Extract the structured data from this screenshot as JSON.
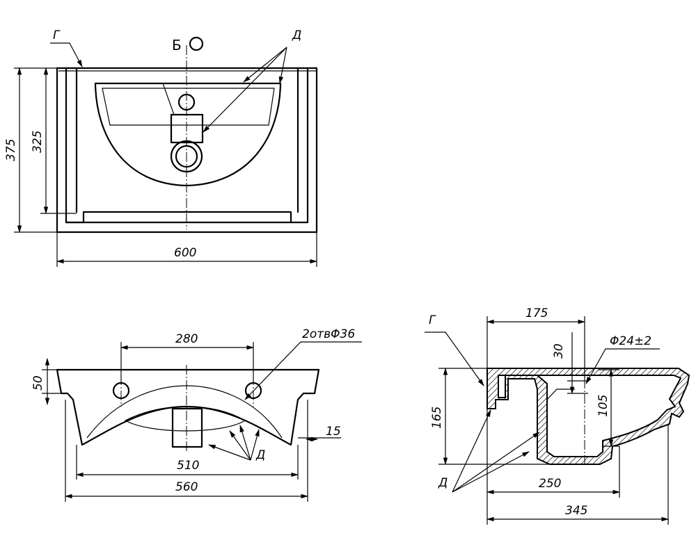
{
  "views": {
    "top": {
      "section_mark": "Б",
      "dim_width": "600",
      "dim_depth_outer": "375",
      "dim_depth_inner": "325",
      "label_g": "Г",
      "label_d": "Д"
    },
    "front": {
      "dim_holes_spacing": "280",
      "holes_note": "2отвΦ36",
      "dim_height": "50",
      "dim_wall": "15",
      "dim_inner_width": "510",
      "dim_outer_width": "560",
      "label_d": "Д"
    },
    "side": {
      "label_g": "Г",
      "dim_top": "175",
      "dim_30": "30",
      "dim_diameter": "Φ24±2",
      "dim_height": "165",
      "dim_105": "105",
      "dim_250": "250",
      "dim_345": "345",
      "label_d": "Д"
    }
  }
}
